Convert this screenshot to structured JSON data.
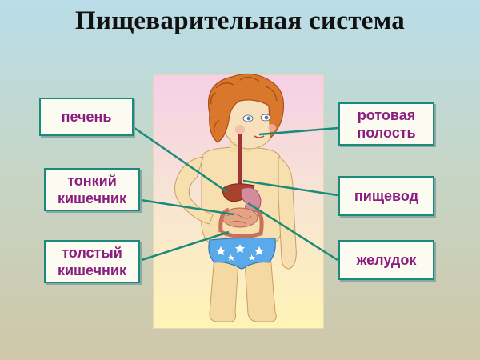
{
  "title": "Пищеварительная система",
  "labels": {
    "liver": "печень",
    "small_intestine": "тонкий\nкишечник",
    "large_intestine": "толстый\nкишечник",
    "oral_cavity": "ротовая\nполость",
    "esophagus": "пищевод",
    "stomach": "желудок"
  },
  "colors": {
    "label_text": "#8a1d7e",
    "label_border": "#1c8a7a",
    "pointer_line": "#1c8a7a"
  }
}
